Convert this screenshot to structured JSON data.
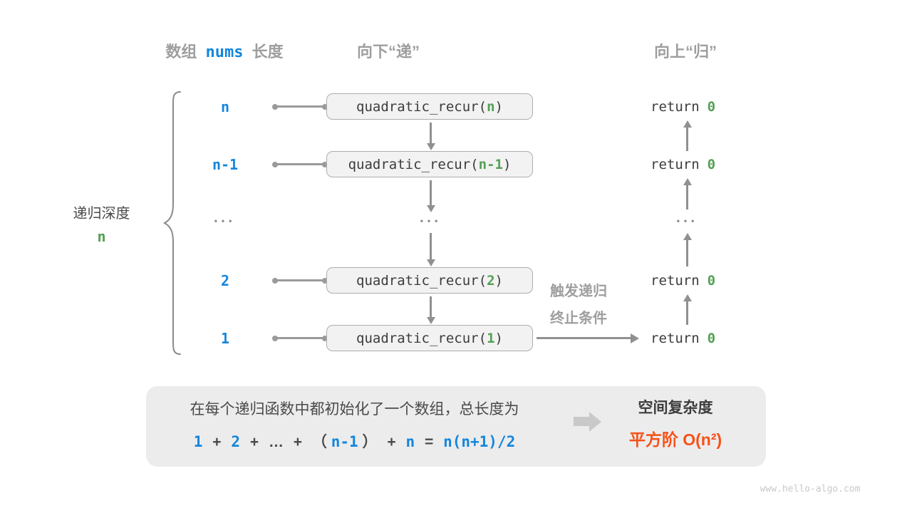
{
  "colors": {
    "blue_accent": "#1486DC",
    "green_accent": "#53A053",
    "orange_accent": "#F75118",
    "gray_heading": "#9E9E9E",
    "dark_text": "#3C3C3C",
    "box_fill": "#F2F2F2",
    "box_border": "#ADADAD",
    "panel_fill": "#ECECEC"
  },
  "headers": {
    "array_pre": "数组",
    "array_code": "nums",
    "array_post": "长度",
    "recurse_down": "向下“递”",
    "return_up": "向上“归”"
  },
  "depth_brace": {
    "title": "递归深度",
    "value": "n"
  },
  "rows": [
    {
      "length": "n",
      "call_open": "quadratic_recur(",
      "call_arg": "n",
      "call_close": ")",
      "return_keyword": "return",
      "return_value": "0"
    },
    {
      "length": "n-1",
      "call_open": "quadratic_recur(",
      "call_arg": "n-1",
      "call_close": ")",
      "return_keyword": "return",
      "return_value": "0"
    },
    {
      "length_ellipsis": "•••",
      "call_ellipsis": "•••",
      "return_ellipsis": "•••"
    },
    {
      "length": "2",
      "call_open": "quadratic_recur(",
      "call_arg": "2",
      "call_close": ")",
      "return_keyword": "return",
      "return_value": "0"
    },
    {
      "length": "1",
      "call_open": "quadratic_recur(",
      "call_arg": "1",
      "call_close": ")",
      "return_keyword": "return",
      "return_value": "0"
    }
  ],
  "trigger_note": {
    "line1": "触发递归",
    "line2": "终止条件"
  },
  "summary_panel": {
    "description": "在每个递归函数中都初始化了一个数组，总长度为",
    "formula": {
      "t1": "1",
      "p1": "+",
      "t2": "2",
      "p2": "+",
      "dots": "…",
      "p3": "+",
      "lparen": "（",
      "t3": "n-1",
      "rparen": "）",
      "p4": "+",
      "t4": "n",
      "eq": "=",
      "t5": "n(n+1)/2"
    },
    "result_title": "空间复杂度",
    "result_value": "平方阶 O(n²)"
  },
  "watermark": "www.hello-algo.com"
}
